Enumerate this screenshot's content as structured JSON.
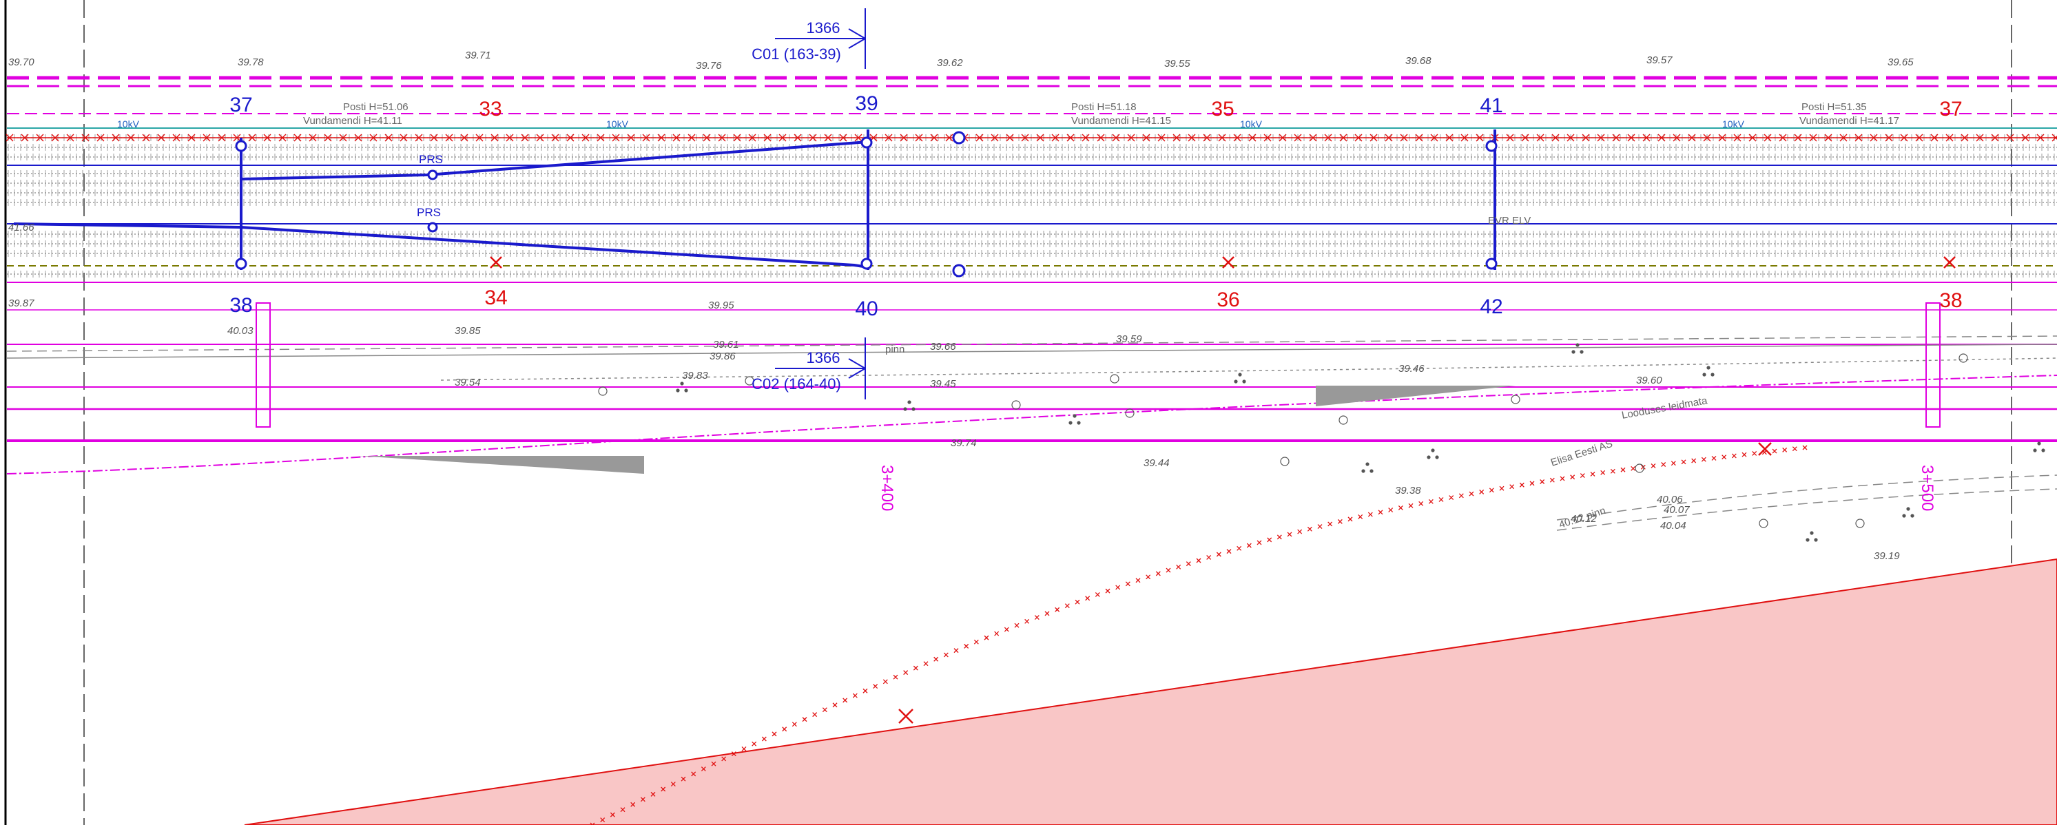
{
  "colors": {
    "blue": "#1a1acc",
    "red": "#e01010",
    "magenta": "#e000e0",
    "grey": "#777777",
    "pink_fill": "#f9c6c6"
  },
  "crossings": [
    {
      "length": "1366",
      "code": "C01 (163-39)"
    },
    {
      "length": "1366",
      "code": "C02 (164-40)"
    }
  ],
  "poles": [
    {
      "number": "37",
      "color": "blue"
    },
    {
      "number": "33",
      "color": "red"
    },
    {
      "number": "39",
      "color": "blue"
    },
    {
      "number": "35",
      "color": "red"
    },
    {
      "number": "41",
      "color": "blue"
    },
    {
      "number": "37",
      "color": "red"
    },
    {
      "number": "38",
      "color": "blue"
    },
    {
      "number": "34",
      "color": "red"
    },
    {
      "number": "40",
      "color": "blue"
    },
    {
      "number": "36",
      "color": "red"
    },
    {
      "number": "42",
      "color": "blue"
    },
    {
      "number": "38",
      "color": "red"
    }
  ],
  "elevations": [
    "39.70",
    "39.78",
    "39.71",
    "39.76",
    "39.62",
    "39.55",
    "39.68",
    "39.57",
    "39.65",
    "41.66",
    "39.87",
    "40.03",
    "39.85",
    "39.95",
    "39.54",
    "39.83",
    "39.86",
    "39.66",
    "39.45",
    "39.59",
    "39.46",
    "39.60",
    "39.38",
    "40.06",
    "40.07",
    "40.04",
    "39.19",
    "39.44",
    "39.74",
    "39.61",
    "40.12"
  ],
  "labels": {
    "prs1": "PRS",
    "prs2": "PRS",
    "kv": "10kV",
    "posti1": "Posti  H=51.06",
    "posti2": "Posti  H=51.18",
    "posti3": "Posti  H=51.35",
    "vundamendi1": "Vundamendi  H=41.11",
    "vundamendi2": "Vundamendi  H=41.15",
    "vundamendi3": "Vundamendi  H=41.17",
    "evr_elv": "EVR  ELV",
    "chainage1": "3+400",
    "chainage2": "3+500",
    "pinn": "pinn",
    "elisa": "Elisa  Eesti  AS",
    "looduse": "Looduses  leidmata",
    "pinn2": "40.12 pinn"
  }
}
